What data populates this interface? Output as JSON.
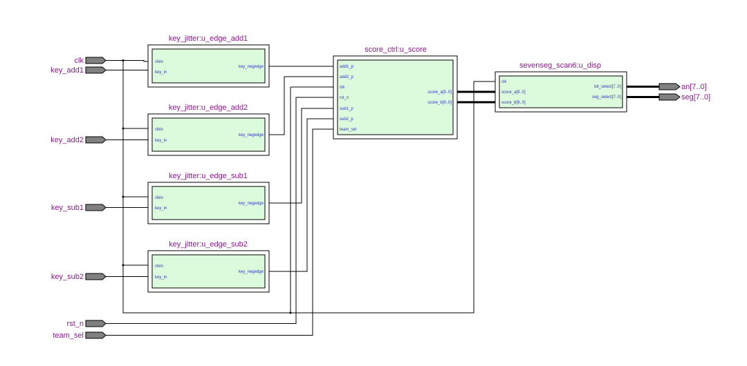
{
  "inputs": {
    "clk": "clk",
    "key_add1": "key_add1",
    "key_add2": "key_add2",
    "key_sub1": "key_sub1",
    "key_sub2": "key_sub2",
    "rst_n": "rst_n",
    "team_sel": "team_sel"
  },
  "outputs": {
    "an": "an[7..0]",
    "seg": "seg[7..0]"
  },
  "debounce_ports": {
    "clkin": "clkin",
    "key_in": "key_in",
    "key_negedge": "key_negedge"
  },
  "instances": {
    "add1": {
      "title": "key_jitter:u_edge_add1"
    },
    "add2": {
      "title": "key_jitter:u_edge_add2"
    },
    "sub1": {
      "title": "key_jitter:u_edge_sub1"
    },
    "sub2": {
      "title": "key_jitter:u_edge_sub2"
    },
    "score": {
      "title": "score_ctrl:u_score",
      "ports": {
        "add1_p": "add1_p",
        "add2_p": "add2_p",
        "clk": "clk",
        "rst_n": "rst_n",
        "sub1_p": "sub1_p",
        "sub2_p": "sub2_p",
        "team_sel": "team_sel",
        "score_a": "score_a[9..0]",
        "score_b": "score_b[9..0]"
      }
    },
    "disp": {
      "title": "sevenseg_scan6:u_disp",
      "ports": {
        "clk": "clk",
        "score_a": "score_a[9..0]",
        "score_b": "score_b[9..0]",
        "bit_select": "bit_select[7..0]",
        "seg_select": "seg_select[7..0]"
      }
    }
  },
  "colors": {
    "label": "#8b1a8b",
    "port": "#3333cc",
    "block_fill": "#dcfadc",
    "pin_fill": "#808080"
  }
}
